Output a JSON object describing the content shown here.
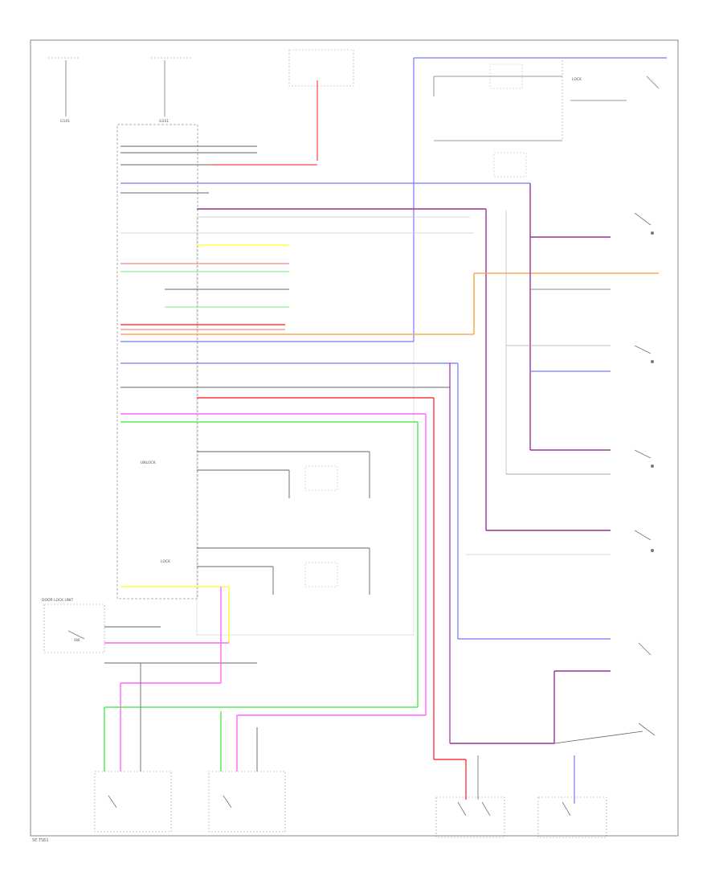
{
  "wire_colors": {
    "black": "#555555",
    "red": "#ff3b3b",
    "yellow": "#ffff44",
    "green": "#55ee55",
    "light_green": "#99ee99",
    "pink": "#ff66ff",
    "blue": "#7777ff",
    "purple": "#993399",
    "orange": "#ff9933",
    "gray": "#bbbbbb"
  },
  "labels": {
    "ground_a": "G101",
    "ground_b": "G101",
    "door_lock_unit": "DOOR LOCK UNIT",
    "lock_1": "LOCK",
    "lock_2": "LOCK",
    "unlock": "UNLOCK",
    "sw_label": "SW"
  },
  "footer_code": "SE.TS61"
}
